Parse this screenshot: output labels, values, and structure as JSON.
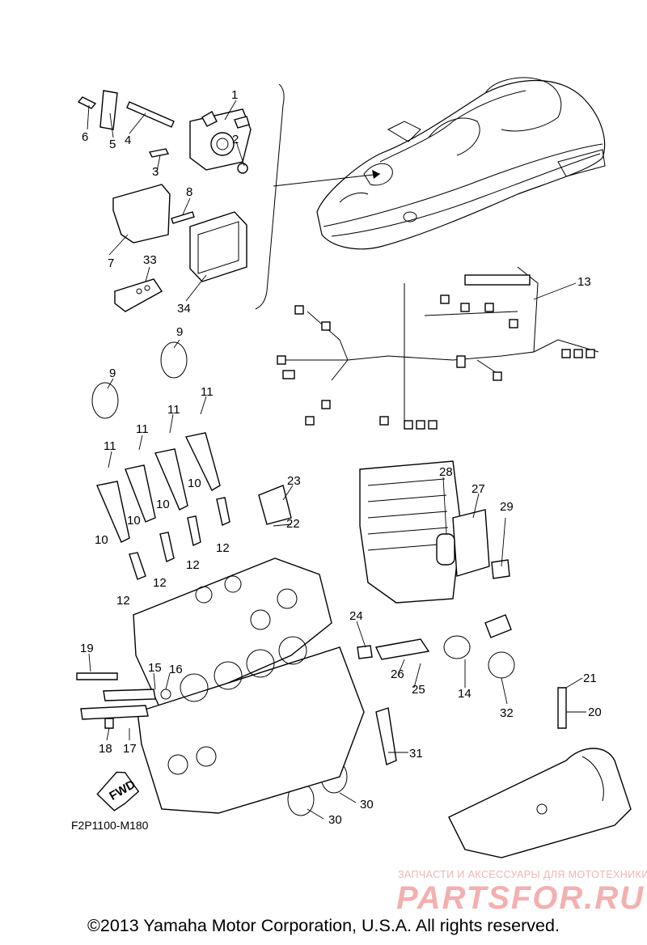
{
  "diagram": {
    "reference_code": "F2P1100-M180",
    "copyright": "©2013 Yamaha Motor Corporation, U.S.A. All rights reserved.",
    "fwd_label": "FWD",
    "watermark": {
      "tagline": "ЗАПЧАСТИ И АКСЕССУАРЫ ДЛЯ МОТОТЕХНИКИ",
      "logo": "PARTSFOR.RU"
    },
    "callouts": [
      {
        "id": "c1",
        "text": "1"
      },
      {
        "id": "c2",
        "text": "2"
      },
      {
        "id": "c3",
        "text": "3"
      },
      {
        "id": "c4",
        "text": "4"
      },
      {
        "id": "c5",
        "text": "5"
      },
      {
        "id": "c6",
        "text": "6"
      },
      {
        "id": "c7",
        "text": "7"
      },
      {
        "id": "c8",
        "text": "8"
      },
      {
        "id": "c9a",
        "text": "9"
      },
      {
        "id": "c9b",
        "text": "9"
      },
      {
        "id": "c10a",
        "text": "10"
      },
      {
        "id": "c10b",
        "text": "10"
      },
      {
        "id": "c10c",
        "text": "10"
      },
      {
        "id": "c10d",
        "text": "10"
      },
      {
        "id": "c11a",
        "text": "11"
      },
      {
        "id": "c11b",
        "text": "11"
      },
      {
        "id": "c11c",
        "text": "11"
      },
      {
        "id": "c11d",
        "text": "11"
      },
      {
        "id": "c12a",
        "text": "12"
      },
      {
        "id": "c12b",
        "text": "12"
      },
      {
        "id": "c12c",
        "text": "12"
      },
      {
        "id": "c12d",
        "text": "12"
      },
      {
        "id": "c13",
        "text": "13"
      },
      {
        "id": "c14",
        "text": "14"
      },
      {
        "id": "c15",
        "text": "15"
      },
      {
        "id": "c16",
        "text": "16"
      },
      {
        "id": "c17",
        "text": "17"
      },
      {
        "id": "c18",
        "text": "18"
      },
      {
        "id": "c19",
        "text": "19"
      },
      {
        "id": "c20",
        "text": "20"
      },
      {
        "id": "c21",
        "text": "21"
      },
      {
        "id": "c22",
        "text": "22"
      },
      {
        "id": "c23",
        "text": "23"
      },
      {
        "id": "c24",
        "text": "24"
      },
      {
        "id": "c25",
        "text": "25"
      },
      {
        "id": "c26",
        "text": "26"
      },
      {
        "id": "c27",
        "text": "27"
      },
      {
        "id": "c28",
        "text": "28"
      },
      {
        "id": "c29",
        "text": "29"
      },
      {
        "id": "c30a",
        "text": "30"
      },
      {
        "id": "c30b",
        "text": "30"
      },
      {
        "id": "c31",
        "text": "31"
      },
      {
        "id": "c32",
        "text": "32"
      },
      {
        "id": "c33",
        "text": "33"
      },
      {
        "id": "c34",
        "text": "34"
      }
    ]
  }
}
